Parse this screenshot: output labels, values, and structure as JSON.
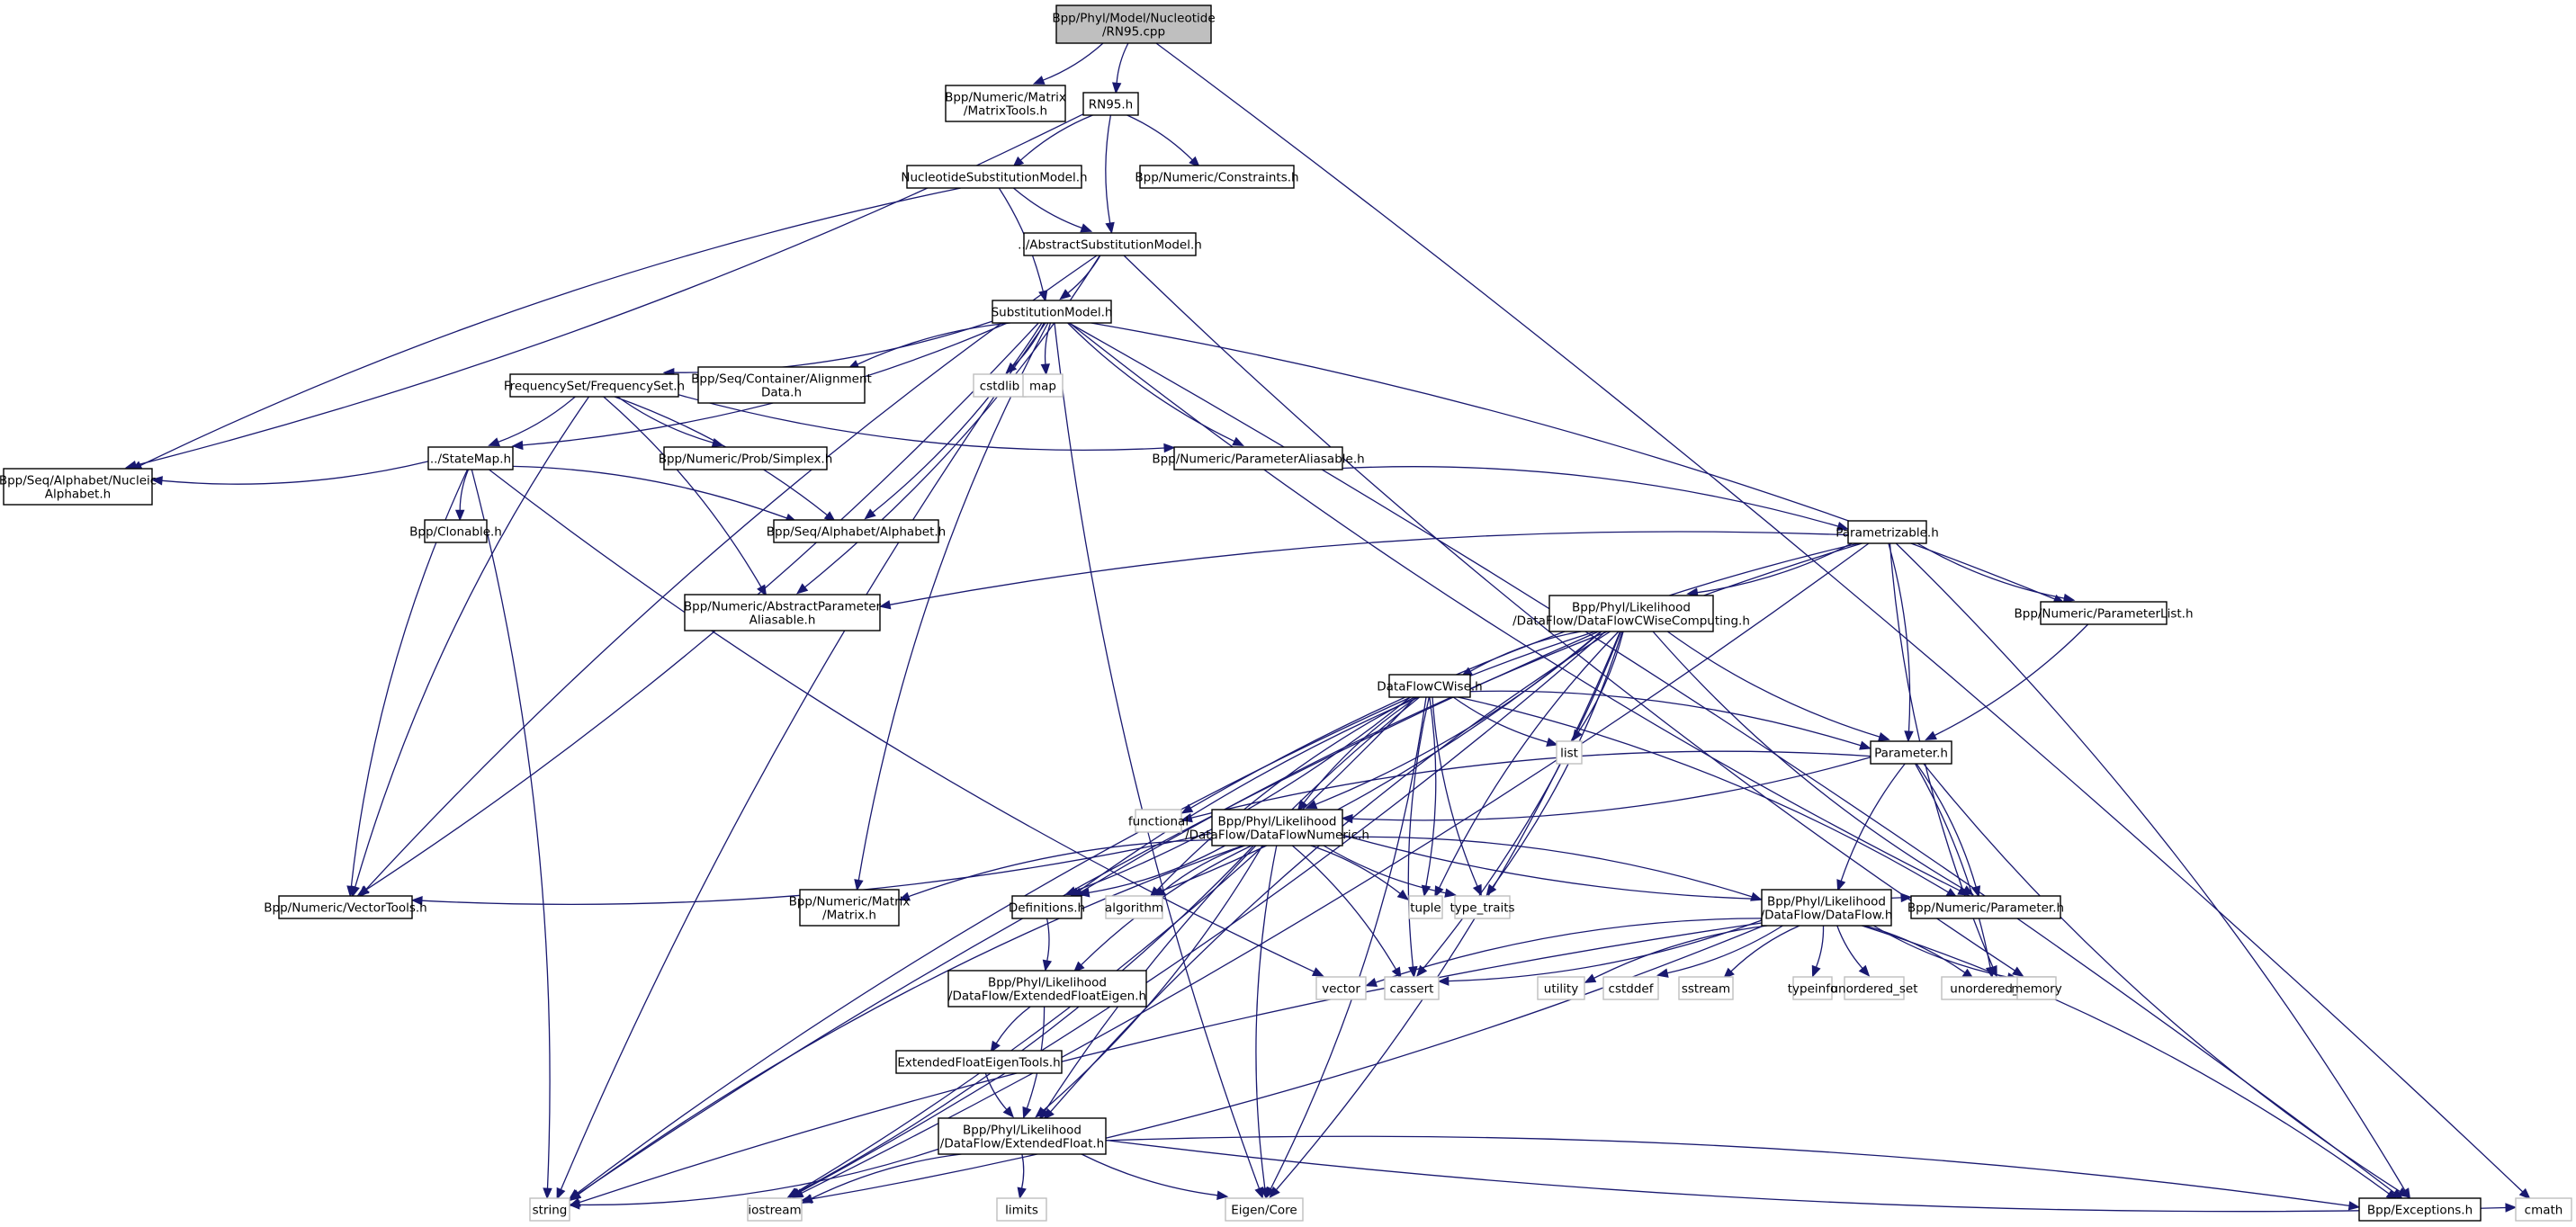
{
  "title": "Bpp/Phyl/Model/Nucleotide/RN95.cpp",
  "colors": {
    "edge": "#191970",
    "root_fill": "#bfbfbf",
    "node_border": "#000000",
    "system_border": "#bfbfbf",
    "background": "#ffffff"
  },
  "nodes": [
    {
      "id": "rn95cpp",
      "lines": [
        "Bpp/Phyl/Model/Nucleotide",
        "/RN95.cpp"
      ],
      "kind": "root"
    },
    {
      "id": "matrixtools",
      "lines": [
        "Bpp/Numeric/Matrix",
        "/MatrixTools.h"
      ],
      "kind": "local"
    },
    {
      "id": "rn95h",
      "lines": [
        "RN95.h"
      ],
      "kind": "local"
    },
    {
      "id": "nucsubmodel",
      "lines": [
        "NucleotideSubstitutionModel.h"
      ],
      "kind": "local"
    },
    {
      "id": "constraints",
      "lines": [
        "Bpp/Numeric/Constraints.h"
      ],
      "kind": "local"
    },
    {
      "id": "abstractsubmodel",
      "lines": [
        "../AbstractSubstitutionModel.h"
      ],
      "kind": "local"
    },
    {
      "id": "submodel",
      "lines": [
        "SubstitutionModel.h"
      ],
      "kind": "local"
    },
    {
      "id": "freqset",
      "lines": [
        "FrequencySet/FrequencySet.h"
      ],
      "kind": "local"
    },
    {
      "id": "alignmentdata",
      "lines": [
        "Bpp/Seq/Container/Alignment",
        "Data.h"
      ],
      "kind": "local"
    },
    {
      "id": "cstdlib",
      "lines": [
        "cstdlib"
      ],
      "kind": "system"
    },
    {
      "id": "map",
      "lines": [
        "map"
      ],
      "kind": "system"
    },
    {
      "id": "statemap",
      "lines": [
        "../StateMap.h"
      ],
      "kind": "local"
    },
    {
      "id": "simplex",
      "lines": [
        "Bpp/Numeric/Prob/Simplex.h"
      ],
      "kind": "local"
    },
    {
      "id": "paramaliasable",
      "lines": [
        "Bpp/Numeric/ParameterAliasable.h"
      ],
      "kind": "local"
    },
    {
      "id": "nucalphabet",
      "lines": [
        "Bpp/Seq/Alphabet/Nucleic",
        "Alphabet.h"
      ],
      "kind": "local"
    },
    {
      "id": "clonable",
      "lines": [
        "Bpp/Clonable.h"
      ],
      "kind": "local"
    },
    {
      "id": "alphabet",
      "lines": [
        "Bpp/Seq/Alphabet/Alphabet.h"
      ],
      "kind": "local"
    },
    {
      "id": "parametrizable",
      "lines": [
        "Parametrizable.h"
      ],
      "kind": "local"
    },
    {
      "id": "abstractparamaliasable",
      "lines": [
        "Bpp/Numeric/AbstractParameter",
        "Aliasable.h"
      ],
      "kind": "local"
    },
    {
      "id": "dfcwisecomputing",
      "lines": [
        "Bpp/Phyl/Likelihood",
        "/DataFlow/DataFlowCWiseComputing.h"
      ],
      "kind": "local"
    },
    {
      "id": "paramlist",
      "lines": [
        "Bpp/Numeric/ParameterList.h"
      ],
      "kind": "local"
    },
    {
      "id": "dfcwise",
      "lines": [
        "DataFlowCWise.h"
      ],
      "kind": "local"
    },
    {
      "id": "list",
      "lines": [
        "list"
      ],
      "kind": "system"
    },
    {
      "id": "parameter",
      "lines": [
        "Parameter.h"
      ],
      "kind": "local"
    },
    {
      "id": "functional",
      "lines": [
        "functional"
      ],
      "kind": "system"
    },
    {
      "id": "dfnumeric",
      "lines": [
        "Bpp/Phyl/Likelihood",
        "/DataFlow/DataFlowNumeric.h"
      ],
      "kind": "local"
    },
    {
      "id": "vectortools",
      "lines": [
        "Bpp/Numeric/VectorTools.h"
      ],
      "kind": "local"
    },
    {
      "id": "matrix",
      "lines": [
        "Bpp/Numeric/Matrix",
        "/Matrix.h"
      ],
      "kind": "local"
    },
    {
      "id": "definitions",
      "lines": [
        "Definitions.h"
      ],
      "kind": "local"
    },
    {
      "id": "algorithm",
      "lines": [
        "algorithm"
      ],
      "kind": "system"
    },
    {
      "id": "tuple",
      "lines": [
        "tuple"
      ],
      "kind": "system"
    },
    {
      "id": "type_traits",
      "lines": [
        "type_traits"
      ],
      "kind": "system"
    },
    {
      "id": "dataflow",
      "lines": [
        "Bpp/Phyl/Likelihood",
        "/DataFlow/DataFlow.h"
      ],
      "kind": "local"
    },
    {
      "id": "numparameter",
      "lines": [
        "Bpp/Numeric/Parameter.h"
      ],
      "kind": "local"
    },
    {
      "id": "vector",
      "lines": [
        "vector"
      ],
      "kind": "system"
    },
    {
      "id": "cassert",
      "lines": [
        "cassert"
      ],
      "kind": "system"
    },
    {
      "id": "utility",
      "lines": [
        "utility"
      ],
      "kind": "system"
    },
    {
      "id": "cstddef",
      "lines": [
        "cstddef"
      ],
      "kind": "system"
    },
    {
      "id": "sstream",
      "lines": [
        "sstream"
      ],
      "kind": "system"
    },
    {
      "id": "typeinfo",
      "lines": [
        "typeinfo"
      ],
      "kind": "system"
    },
    {
      "id": "unordered_set",
      "lines": [
        "unordered_set"
      ],
      "kind": "system"
    },
    {
      "id": "unordered_map",
      "lines": [
        "unordered_map"
      ],
      "kind": "system"
    },
    {
      "id": "memory",
      "lines": [
        "memory"
      ],
      "kind": "system"
    },
    {
      "id": "extfloateigen",
      "lines": [
        "Bpp/Phyl/Likelihood",
        "/DataFlow/ExtendedFloatEigen.h"
      ],
      "kind": "local"
    },
    {
      "id": "extfloateigentools",
      "lines": [
        "ExtendedFloatEigenTools.h"
      ],
      "kind": "local"
    },
    {
      "id": "extfloat",
      "lines": [
        "Bpp/Phyl/Likelihood",
        "/DataFlow/ExtendedFloat.h"
      ],
      "kind": "local"
    },
    {
      "id": "string",
      "lines": [
        "string"
      ],
      "kind": "system"
    },
    {
      "id": "iostream",
      "lines": [
        "iostream"
      ],
      "kind": "system"
    },
    {
      "id": "limits",
      "lines": [
        "limits"
      ],
      "kind": "system"
    },
    {
      "id": "eigencore",
      "lines": [
        "Eigen/Core"
      ],
      "kind": "system"
    },
    {
      "id": "exceptions",
      "lines": [
        "Bpp/Exceptions.h"
      ],
      "kind": "local"
    },
    {
      "id": "cmath",
      "lines": [
        "cmath"
      ],
      "kind": "system"
    }
  ],
  "edges": [
    [
      "rn95cpp",
      "matrixtools"
    ],
    [
      "rn95cpp",
      "rn95h"
    ],
    [
      "rn95cpp",
      "cmath"
    ],
    [
      "rn95h",
      "nucsubmodel"
    ],
    [
      "rn95h",
      "constraints"
    ],
    [
      "rn95h",
      "abstractsubmodel"
    ],
    [
      "rn95h",
      "nucalphabet"
    ],
    [
      "nucsubmodel",
      "abstractsubmodel"
    ],
    [
      "nucsubmodel",
      "submodel"
    ],
    [
      "nucsubmodel",
      "nucalphabet"
    ],
    [
      "abstractsubmodel",
      "submodel"
    ],
    [
      "abstractsubmodel",
      "vectortools"
    ],
    [
      "abstractsubmodel",
      "abstractparamaliasable"
    ],
    [
      "abstractsubmodel",
      "memory"
    ],
    [
      "submodel",
      "freqset"
    ],
    [
      "submodel",
      "alignmentdata"
    ],
    [
      "submodel",
      "cstdlib"
    ],
    [
      "submodel",
      "map"
    ],
    [
      "submodel",
      "statemap"
    ],
    [
      "submodel",
      "paramaliasable"
    ],
    [
      "submodel",
      "alphabet"
    ],
    [
      "submodel",
      "matrix"
    ],
    [
      "submodel",
      "vectortools"
    ],
    [
      "submodel",
      "string"
    ],
    [
      "submodel",
      "paramlist"
    ],
    [
      "submodel",
      "numparameter"
    ],
    [
      "submodel",
      "exceptions"
    ],
    [
      "submodel",
      "eigencore"
    ],
    [
      "freqset",
      "statemap"
    ],
    [
      "freqset",
      "simplex"
    ],
    [
      "freqset",
      "alphabet"
    ],
    [
      "freqset",
      "paramaliasable"
    ],
    [
      "freqset",
      "abstractparamaliasable"
    ],
    [
      "freqset",
      "vectortools"
    ],
    [
      "statemap",
      "nucalphabet"
    ],
    [
      "statemap",
      "clonable"
    ],
    [
      "statemap",
      "alphabet"
    ],
    [
      "statemap",
      "vectortools"
    ],
    [
      "statemap",
      "string"
    ],
    [
      "statemap",
      "vector"
    ],
    [
      "paramaliasable",
      "parametrizable"
    ],
    [
      "parametrizable",
      "abstractparamaliasable"
    ],
    [
      "parametrizable",
      "dfcwisecomputing"
    ],
    [
      "parametrizable",
      "paramlist"
    ],
    [
      "parametrizable",
      "parameter"
    ],
    [
      "parametrizable",
      "definitions"
    ],
    [
      "parametrizable",
      "iostream"
    ],
    [
      "parametrizable",
      "unordered_map"
    ],
    [
      "parametrizable",
      "exceptions"
    ],
    [
      "parametrizable",
      "functional"
    ],
    [
      "paramlist",
      "parameter"
    ],
    [
      "dfcwisecomputing",
      "dfcwise"
    ],
    [
      "dfcwisecomputing",
      "list"
    ],
    [
      "dfcwisecomputing",
      "parameter"
    ],
    [
      "dfcwisecomputing",
      "dfnumeric"
    ],
    [
      "dfcwisecomputing",
      "definitions"
    ],
    [
      "dfcwisecomputing",
      "algorithm"
    ],
    [
      "dfcwisecomputing",
      "tuple"
    ],
    [
      "dfcwisecomputing",
      "type_traits"
    ],
    [
      "dfcwisecomputing",
      "numparameter"
    ],
    [
      "dfcwisecomputing",
      "cassert"
    ],
    [
      "dfcwisecomputing",
      "string"
    ],
    [
      "dfcwisecomputing",
      "iostream"
    ],
    [
      "dfcwisecomputing",
      "extfloat"
    ],
    [
      "dfcwisecomputing",
      "eigencore"
    ],
    [
      "dfcwise",
      "list"
    ],
    [
      "dfcwise",
      "parameter"
    ],
    [
      "dfcwise",
      "dfnumeric"
    ],
    [
      "dfcwise",
      "definitions"
    ],
    [
      "dfcwise",
      "algorithm"
    ],
    [
      "dfcwise",
      "tuple"
    ],
    [
      "dfcwise",
      "type_traits"
    ],
    [
      "dfcwise",
      "numparameter"
    ],
    [
      "dfcwise",
      "cassert"
    ],
    [
      "dfcwise",
      "eigencore"
    ],
    [
      "dfcwise",
      "string"
    ],
    [
      "dfcwise",
      "iostream"
    ],
    [
      "dfcwise",
      "extfloat"
    ],
    [
      "parameter",
      "dfnumeric"
    ],
    [
      "parameter",
      "dataflow"
    ],
    [
      "parameter",
      "numparameter"
    ],
    [
      "parameter",
      "exceptions"
    ],
    [
      "parameter",
      "unordered_map"
    ],
    [
      "parameter",
      "functional"
    ],
    [
      "dfnumeric",
      "vectortools"
    ],
    [
      "dfnumeric",
      "matrix"
    ],
    [
      "dfnumeric",
      "definitions"
    ],
    [
      "dfnumeric",
      "algorithm"
    ],
    [
      "dfnumeric",
      "tuple"
    ],
    [
      "dfnumeric",
      "type_traits"
    ],
    [
      "dfnumeric",
      "dataflow"
    ],
    [
      "dfnumeric",
      "numparameter"
    ],
    [
      "dfnumeric",
      "cassert"
    ],
    [
      "dfnumeric",
      "extfloateigen"
    ],
    [
      "dfnumeric",
      "extfloat"
    ],
    [
      "dfnumeric",
      "string"
    ],
    [
      "dfnumeric",
      "iostream"
    ],
    [
      "dfnumeric",
      "eigencore"
    ],
    [
      "definitions",
      "extfloateigen"
    ],
    [
      "dataflow",
      "vector"
    ],
    [
      "dataflow",
      "cassert"
    ],
    [
      "dataflow",
      "utility"
    ],
    [
      "dataflow",
      "cstddef"
    ],
    [
      "dataflow",
      "sstream"
    ],
    [
      "dataflow",
      "typeinfo"
    ],
    [
      "dataflow",
      "unordered_set"
    ],
    [
      "dataflow",
      "unordered_map"
    ],
    [
      "dataflow",
      "memory"
    ],
    [
      "dataflow",
      "exceptions"
    ],
    [
      "dataflow",
      "string"
    ],
    [
      "dataflow",
      "iostream"
    ],
    [
      "extfloateigen",
      "extfloateigentools"
    ],
    [
      "extfloateigen",
      "extfloat"
    ],
    [
      "extfloateigentools",
      "extfloat"
    ],
    [
      "extfloat",
      "string"
    ],
    [
      "extfloat",
      "iostream"
    ],
    [
      "extfloat",
      "limits"
    ],
    [
      "extfloat",
      "eigencore"
    ],
    [
      "extfloat",
      "exceptions"
    ],
    [
      "extfloat",
      "cmath"
    ]
  ]
}
